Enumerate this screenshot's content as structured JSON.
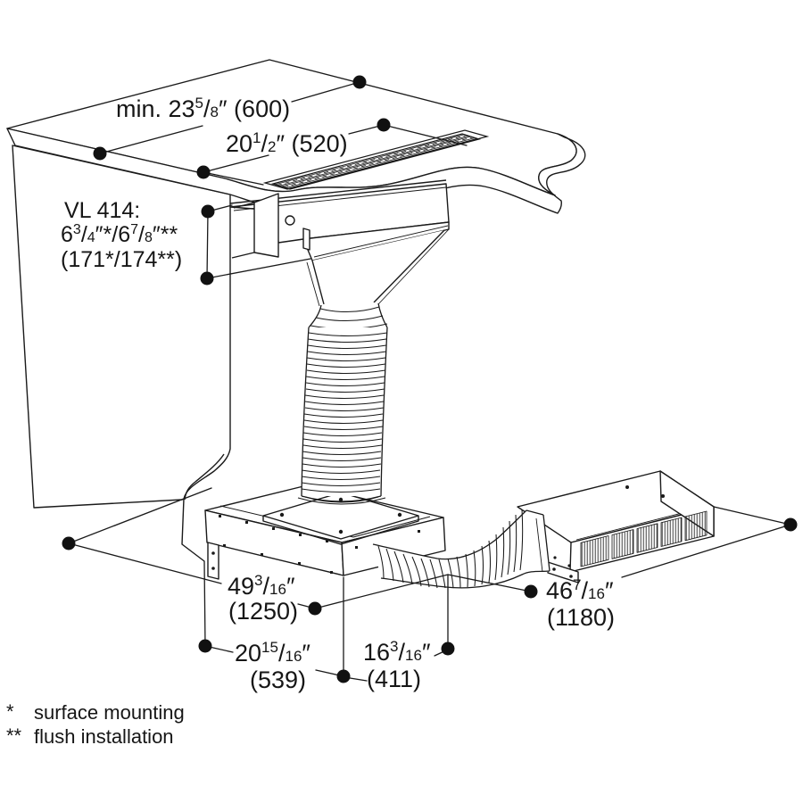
{
  "diagram": {
    "model": "VL 414",
    "sym": {
      "slash": "/"
    },
    "dims": {
      "d600": {
        "pre": "min. 23",
        "num": "5",
        "den": "8",
        "post": "″ (600)"
      },
      "d520": {
        "pre": "20",
        "num": "1",
        "den": "2",
        "post": "″ (520)"
      },
      "vl": {
        "title": "VL 414:",
        "p1": "6",
        "n1": "3",
        "d1": "4",
        "mid": "″*/6",
        "n2": "7",
        "d2": "8",
        "end": "″**",
        "metric": "(171*/174**)"
      },
      "d1250": {
        "pre": "49",
        "num": "3",
        "den": "16",
        "post": "″",
        "metric": "(1250)"
      },
      "d1180": {
        "pre": "46",
        "num": "7",
        "den": "16",
        "post": "″",
        "metric": "(1180)"
      },
      "d539": {
        "pre": "20",
        "num": "15",
        "den": "16",
        "post": "″",
        "metric": "(539)"
      },
      "d411": {
        "pre": "16",
        "num": "3",
        "den": "16",
        "post": "″",
        "metric": "(411)"
      }
    },
    "footnotes": [
      {
        "marker": "*",
        "text": "surface mounting"
      },
      {
        "marker": "**",
        "text": "flush installation"
      }
    ],
    "colors": {
      "ink": "#1a1a1a",
      "paper": "#ffffff"
    }
  }
}
